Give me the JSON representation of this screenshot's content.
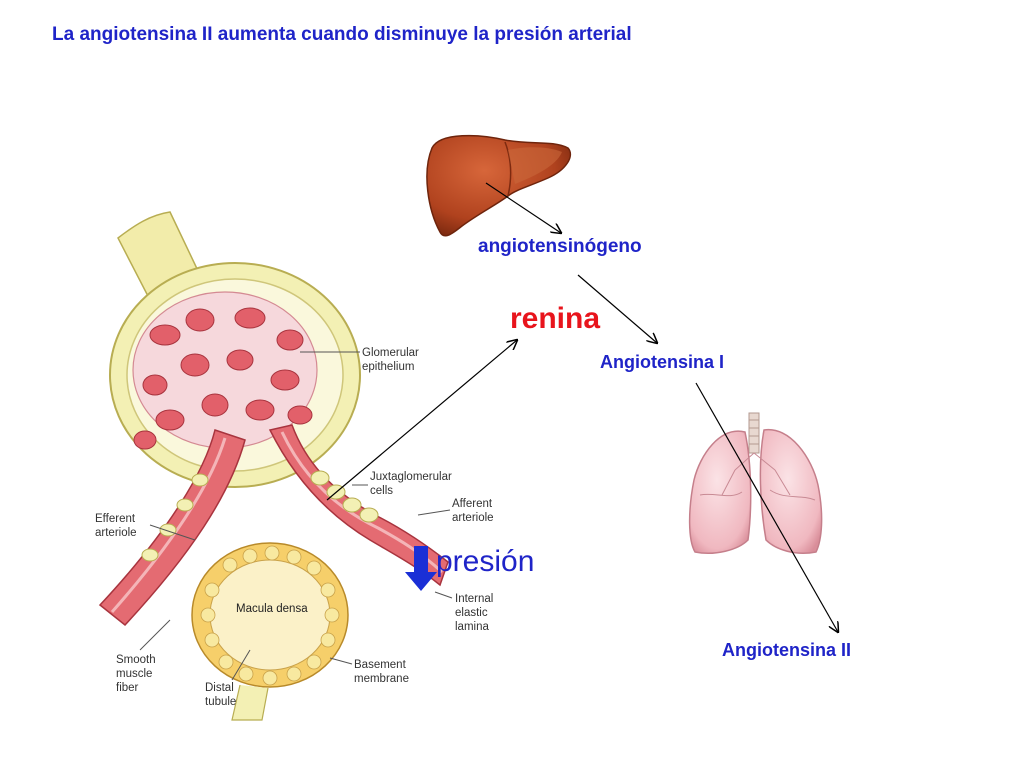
{
  "slide": {
    "title": "La angiotensina II aumenta cuando disminuye la presión arterial"
  },
  "pathway": {
    "angiotensinogen": "angiotensinógeno",
    "renin": "renina",
    "angiotensin_i": "Angiotensina I",
    "angiotensin_ii": "Angiotensina II",
    "pressure": "presión"
  },
  "kidney_labels": {
    "glomerular_epithelium": [
      "Glomerular",
      "epithelium"
    ],
    "juxtaglomerular_cells": [
      "Juxtaglomerular",
      "cells"
    ],
    "afferent_arteriole": [
      "Afferent",
      "arteriole"
    ],
    "efferent_arteriole": [
      "Efferent",
      "arteriole"
    ],
    "internal_elastic_lamina": [
      "Internal",
      "elastic",
      "lamina"
    ],
    "macula_densa": "Macula densa",
    "smooth_muscle_fiber": [
      "Smooth",
      "muscle",
      "fiber"
    ],
    "distal_tubule": [
      "Distal",
      "tubule"
    ],
    "basement_membrane": [
      "Basement",
      "membrane"
    ]
  },
  "colors": {
    "text_blue": "#1f24c8",
    "renin_red": "#e8141c",
    "down_arrow_blue": "#1a2fd6",
    "liver": "#b0421e",
    "lung": "#f0b8c0",
    "capsule_yellow": "#f3f0b4",
    "vessel_red": "#e2606a"
  }
}
